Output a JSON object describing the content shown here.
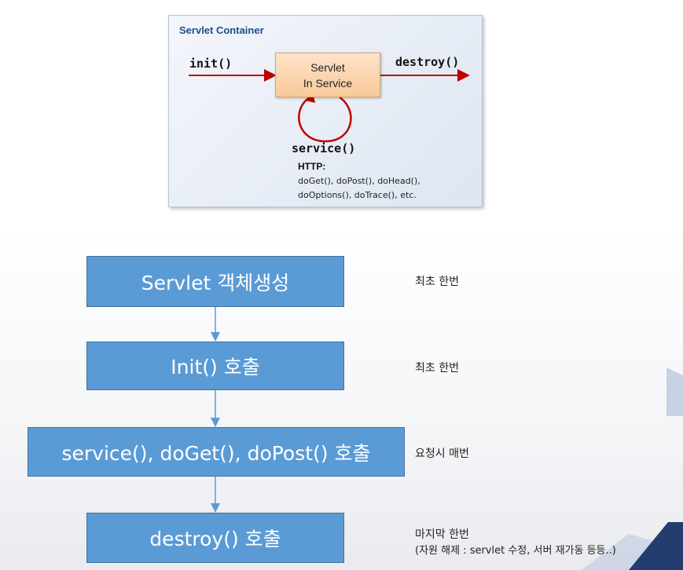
{
  "servlet_container": {
    "title": "Servlet Container",
    "servlet_box": {
      "line1": "Servlet",
      "line2": "In Service"
    },
    "init_label": "init()",
    "destroy_label": "destroy()",
    "service_label": "service()",
    "http_heading": "HTTP:",
    "http_methods_line1": "doGet(), doPost(), doHead(),",
    "http_methods_line2": "doOptions(), doTrace(), etc."
  },
  "flow": {
    "steps": [
      {
        "label": "Servlet 객체생성",
        "note": "최초 한번"
      },
      {
        "label": "Init() 호출",
        "note": "최초 한번"
      },
      {
        "label": "service(), doGet(), doPost() 호출",
        "note": "요청시 매번"
      },
      {
        "label": "destroy() 호출",
        "note": "마지막 한번",
        "note_detail": "(자원 해제 : servlet 수정, 서버 재가동 등등..)"
      }
    ]
  },
  "colors": {
    "flow_box": "#5b9bd5",
    "arrow_red": "#c00000",
    "connector": "#5b9bd5",
    "container_title": "#1f4e8c"
  }
}
